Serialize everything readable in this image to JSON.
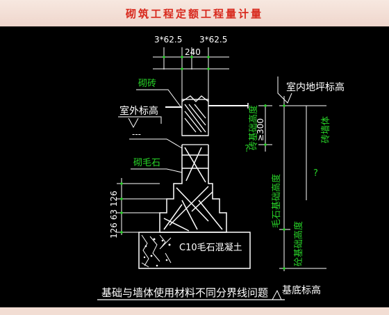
{
  "title": "砌筑工程定额工程量计量",
  "labels": {
    "dim_left": "3*62.5",
    "dim_right": "3*62.5",
    "dim_width": "240",
    "brick": "砌砖",
    "outdoor_level": "室外标高",
    "rubble": "砌毛石",
    "indoor_floor": "室内地坪标高",
    "dim_300": "≥300",
    "brick_foundation_height": "砖基础高度",
    "brick_wall": "砖墙体",
    "rubble_foundation_height": "毛石基础高度",
    "concrete_foundation_height": "砼基础高度",
    "concrete": "C10毛石混凝土",
    "base_level": "基底标高",
    "caption": "基础与墙体使用材料不同分界线问题",
    "vertical_dims": "126 63 126",
    "q1": "?",
    "q2": "?"
  },
  "colors": {
    "title": "#d8281c",
    "background": "#000000",
    "green": "#28d428",
    "white": "#ffffff"
  }
}
